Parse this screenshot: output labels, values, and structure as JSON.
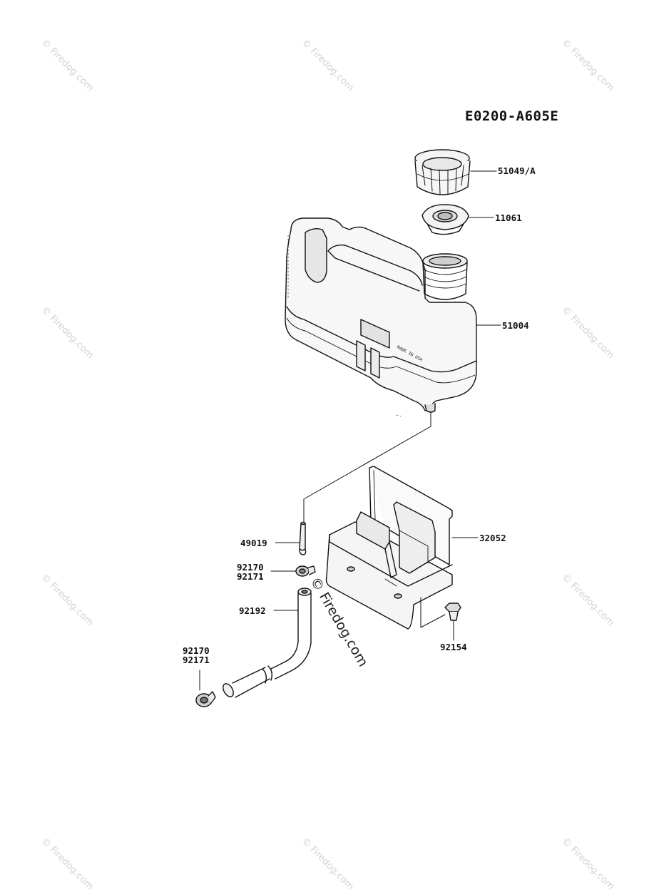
{
  "diagram": {
    "code": "E0200-A605E",
    "watermark": "© Firedog.com",
    "watermark_center": "© Firedog.com",
    "parts": [
      {
        "id": "p-51049",
        "label": "51049/A"
      },
      {
        "id": "p-11061",
        "label": "11061"
      },
      {
        "id": "p-51004",
        "label": "51004"
      },
      {
        "id": "p-32052",
        "label": "32052"
      },
      {
        "id": "p-49019",
        "label": "49019"
      },
      {
        "id": "p-92170a",
        "label": "92170"
      },
      {
        "id": "p-92171a",
        "label": "92171"
      },
      {
        "id": "p-92192",
        "label": "92192"
      },
      {
        "id": "p-92154",
        "label": "92154"
      },
      {
        "id": "p-92170b",
        "label": "92170"
      },
      {
        "id": "p-92171b",
        "label": "92171"
      }
    ],
    "tank_embossing": [
      "MADE IN USA"
    ]
  }
}
